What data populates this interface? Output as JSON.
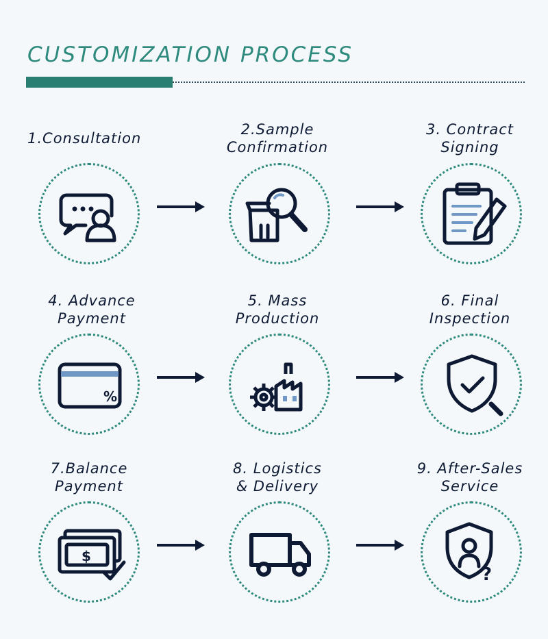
{
  "header": {
    "title": "CUSTOMIZATION PROCESS",
    "accent_color": "#2a7f73",
    "text_color": "#0e1a33"
  },
  "steps": [
    {
      "line1": "1.Consultation",
      "line2": "",
      "icon": "chat-person-icon"
    },
    {
      "line1": "2.Sample",
      "line2": "Confirmation",
      "icon": "box-magnifier-icon"
    },
    {
      "line1": "3. Contract",
      "line2": "Signing",
      "icon": "clipboard-pen-icon"
    },
    {
      "line1": "4. Advance",
      "line2": "Payment",
      "icon": "credit-card-percent-icon"
    },
    {
      "line1": "5. Mass",
      "line2": "Production",
      "icon": "factory-gear-icon"
    },
    {
      "line1": "6. Final",
      "line2": "Inspection",
      "icon": "shield-check-icon"
    },
    {
      "line1": "7.Balance",
      "line2": "Payment",
      "icon": "cash-check-icon"
    },
    {
      "line1": "8. Logistics",
      "line2": "& Delivery",
      "icon": "truck-icon"
    },
    {
      "line1": "9. After-Sales",
      "line2": "Service",
      "icon": "shield-person-question-icon"
    }
  ]
}
